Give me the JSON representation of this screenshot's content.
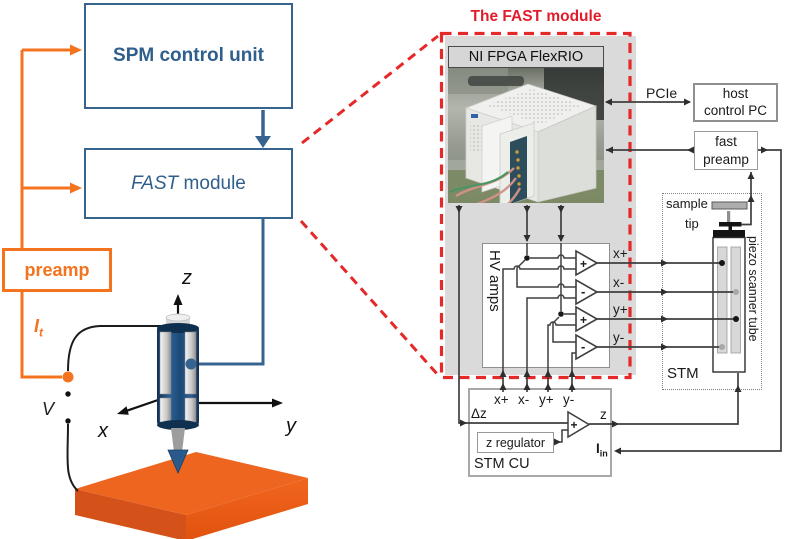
{
  "colors": {
    "blue": "#2f5f8c",
    "orange": "#f4731f",
    "red": "#e11d2c",
    "wire": "#3f3f3f",
    "gray_panel": "#dadada"
  },
  "left": {
    "spm_label": "SPM control unit",
    "fast_label_italic": "FAST",
    "fast_label_rest": " module",
    "preamp_label": "preamp",
    "it_sym": "I",
    "it_sub": "t",
    "v_label": "V",
    "axis_x": "x",
    "axis_y": "y",
    "axis_z": "z"
  },
  "callout": {
    "title": "The FAST module"
  },
  "flexrio": {
    "label": "NI FPGA FlexRIO"
  },
  "right": {
    "pcie": "PCIe",
    "host_line1": "host",
    "host_line2": "control PC",
    "preamp_line1": "fast",
    "preamp_line2": "preamp",
    "hv_label": "HV amps",
    "amp_signs": [
      "+",
      "-",
      "+",
      "-"
    ],
    "out_xp": "x+",
    "out_xm": "x-",
    "out_yp": "y+",
    "out_ym": "y-",
    "sample": "sample",
    "tip": "tip",
    "piezo": "piezo scanner tube",
    "stm": "STM"
  },
  "stm_cu": {
    "in_xp": "x+",
    "in_xm": "x-",
    "in_yp": "y+",
    "in_ym": "y-",
    "dz": "Δz",
    "z": "z",
    "plus": "+",
    "z_regulator": "z regulator",
    "iin_sym": "I",
    "iin_sub": "in",
    "name": "STM CU"
  }
}
